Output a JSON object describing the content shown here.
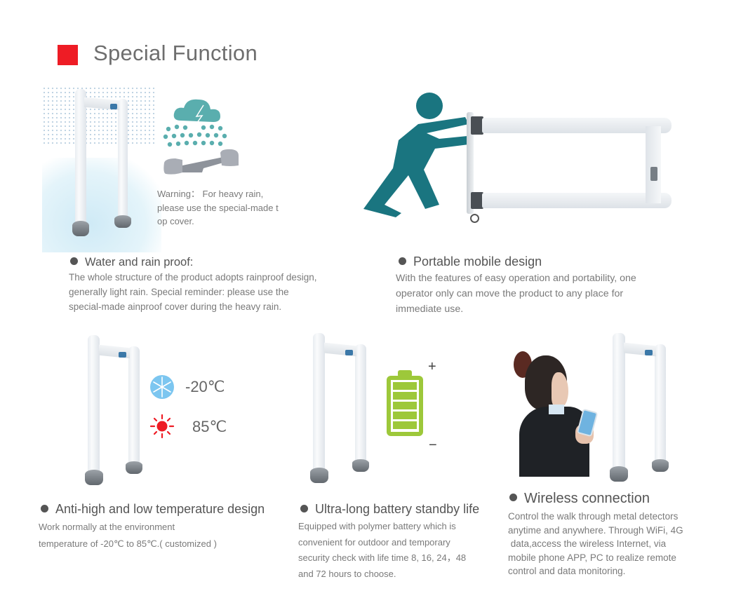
{
  "header": {
    "title": "Special Function",
    "accent_color": "#ee1c25"
  },
  "features": [
    {
      "title": "Water and rain proof:",
      "body_lines": [
        "The whole structure of the product adopts rainproof design,",
        "generally light rain. Special reminder: please use the",
        "special-made  ainproof cover during the heavy rain."
      ],
      "warning_lines": [
        "Warning： For heavy rain,",
        "please use the special-made t",
        "op cover."
      ],
      "icons": [
        "walk-through-detector-image",
        "rain-cloud-icon",
        "top-cover-image"
      ]
    },
    {
      "title": "Portable mobile design",
      "body_lines": [
        "With the features of easy operation and portability, one",
        "operator only can move the product to any place for",
        "immediate use."
      ],
      "icons": [
        "pushing-person-icon",
        "detector-on-side-image"
      ]
    },
    {
      "title": "Anti-high and low temperature design",
      "body_lines": [
        "Work normally at the environment",
        "temperature of -20℃ to 85℃.( customized )"
      ],
      "temps": [
        {
          "icon": "snowflake-icon",
          "value": "-20℃",
          "color": "#7cc6f0"
        },
        {
          "icon": "sun-icon",
          "value": "85℃",
          "color": "#ee1c25"
        }
      ]
    },
    {
      "title": "Ultra-long battery standby life",
      "body_lines": [
        "Equipped with polymer battery which is",
        "convenient for outdoor and temporary",
        "security check with life time 8, 16, 24，48",
        "and 72 hours to choose."
      ],
      "battery": {
        "plus": "+",
        "minus": "−",
        "color": "#9dc83a"
      }
    },
    {
      "title": "Wireless connection",
      "body_lines": [
        "Control the walk through metal detectors",
        "anytime and anywhere. Through WiFi, 4G",
        " data,access the wireless Internet, via",
        "mobile phone APP, PC to realize remote",
        "control and data monitoring."
      ],
      "icons": [
        "woman-with-phone-image",
        "walk-through-detector-image"
      ]
    }
  ],
  "colors": {
    "teal": "#1a7580",
    "rain_teal": "#5aaeae",
    "text_gray": "#7a7a7a",
    "heading_gray": "#555555"
  }
}
